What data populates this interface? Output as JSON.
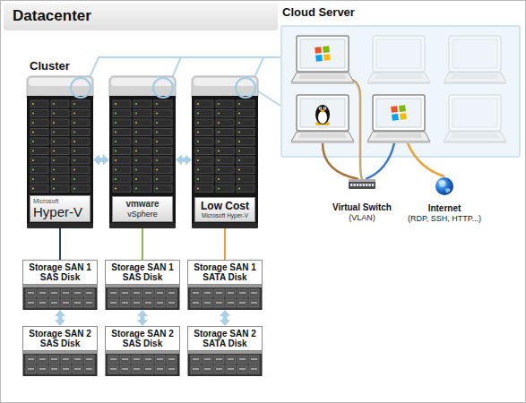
{
  "diagram": {
    "title": "Datacenter",
    "nodes": [
      {
        "text": [
          "Cloud Server"
        ]
      },
      {
        "text": [
          "Microsoft",
          "Hyper-V"
        ]
      },
      {
        "text": [
          "vmware",
          "vSphere"
        ]
      },
      {
        "text": [
          "Low Cost",
          "Microsoft Hyper-V"
        ]
      },
      {
        "text": [
          "Virtual Switch",
          "(VLAN)"
        ]
      },
      {
        "text": [
          "Internet",
          "(RDP, SSH, HTTP...)"
        ]
      },
      {
        "text": [
          "Storage SAN 1 SAS Disk"
        ]
      },
      {
        "text": [
          "Storage SAN 1 SAS Disk"
        ]
      },
      {
        "text": [
          "Storage SAN 1 SATA Disk"
        ]
      },
      {
        "text": [
          "Storage SAN 2 SAS Disk"
        ]
      },
      {
        "text": [
          "Storage SAN 2 SAS Disk"
        ]
      },
      {
        "text": [
          "Storage SAN 2 SATA Disk"
        ]
      }
    ],
    "edges": [
      {
        "from": 1,
        "to": 2,
        "arrow": "both"
      },
      {
        "from": 2,
        "to": 3,
        "arrow": "both"
      },
      {
        "from": 1,
        "to": 6,
        "arrow": "none"
      },
      {
        "from": 2,
        "to": 7,
        "arrow": "none"
      },
      {
        "from": 3,
        "to": 8,
        "arrow": "none"
      },
      {
        "from": 6,
        "to": 9,
        "arrow": "both"
      },
      {
        "from": 7,
        "to": 10,
        "arrow": "both"
      },
      {
        "from": 8,
        "to": 11,
        "arrow": "both"
      }
    ],
    "labels": [
      "Cluster"
    ]
  }
}
